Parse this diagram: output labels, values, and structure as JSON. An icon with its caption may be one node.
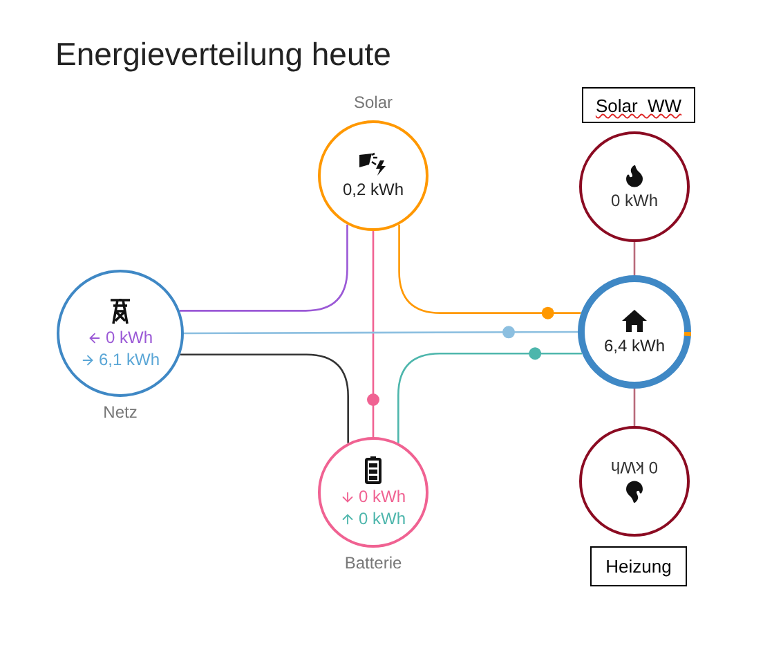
{
  "diagram": {
    "title": "Energieverteilung heute",
    "nodes": [
      {
        "text": [
          "Solar  WW"
        ]
      },
      {
        "text": [
          "0,2 kWh"
        ],
        "beside": [
          "Solar"
        ]
      },
      {
        "text": [
          "0 kWh"
        ]
      },
      {
        "text": [
          "0 kWh",
          "6,1 kWh"
        ],
        "beside": [
          "Netz"
        ]
      },
      {
        "text": [
          "6,4 kWh"
        ]
      },
      {
        "text": [
          "0 kWh",
          "0 kWh"
        ],
        "beside": [
          "Batterie"
        ]
      },
      {
        "text": [
          "0 kWh"
        ]
      },
      {
        "text": [
          "Heizung"
        ]
      }
    ],
    "edges": [
      {
        "from": 1,
        "to": 4,
        "arrow": "none",
        "color": "#ff9800"
      },
      {
        "from": 1,
        "to": 3,
        "arrow": "none",
        "color": "#9b59d6"
      },
      {
        "from": 1,
        "to": 5,
        "arrow": "none",
        "color": "#f06292"
      },
      {
        "from": 3,
        "to": 4,
        "arrow": "none",
        "color": "#8cbfe0"
      },
      {
        "from": 3,
        "to": 5,
        "arrow": "none",
        "color": "#333333"
      },
      {
        "from": 5,
        "to": 4,
        "arrow": "none",
        "color": "#4db6ac"
      },
      {
        "from": 2,
        "to": 4,
        "arrow": "none",
        "color": "#b86a7a"
      },
      {
        "from": 4,
        "to": 6,
        "arrow": "none",
        "color": "#b86a7a"
      }
    ]
  }
}
